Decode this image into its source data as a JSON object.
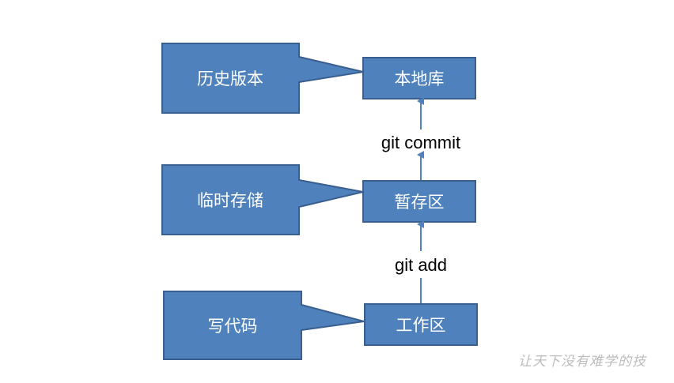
{
  "colors": {
    "box_fill": "#4f81bd",
    "box_stroke": "#3a5f8f",
    "arrow": "#4f81bd",
    "label_text": "#ffffff",
    "command_text": "#000000"
  },
  "diagram": {
    "stages": {
      "local_repo": "本地库",
      "staging_area": "暂存区",
      "working_directory": "工作区"
    },
    "callouts": {
      "history_versions": "历史版本",
      "temporary_storage": "临时存储",
      "write_code": "写代码"
    },
    "commands": {
      "commit": "git commit",
      "add": "git add"
    }
  },
  "watermark": "让天下没有难学的技"
}
